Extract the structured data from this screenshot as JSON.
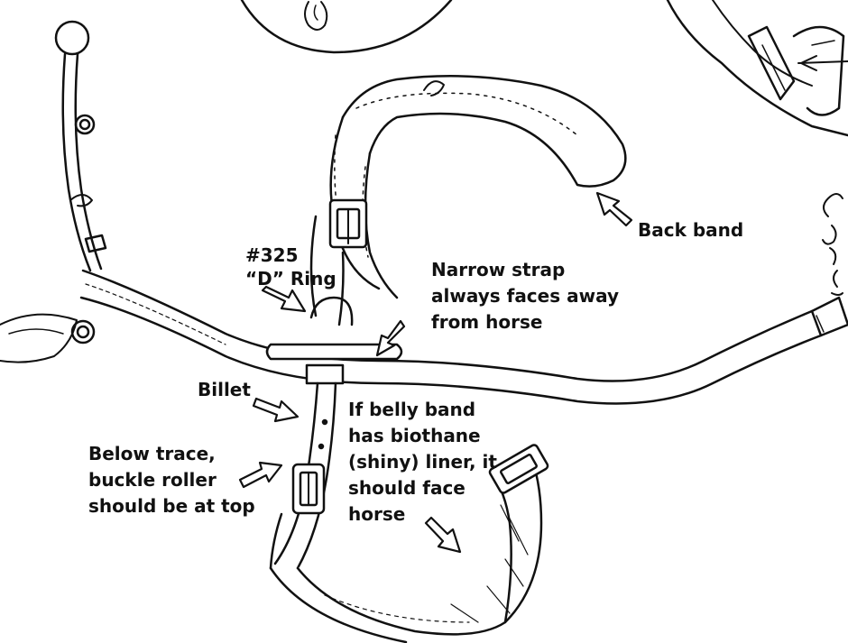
{
  "labels": {
    "back_band": "Back band",
    "d_ring": [
      "#325",
      "“D” Ring"
    ],
    "narrow_strap": [
      "Narrow strap",
      "always faces away",
      "from horse"
    ],
    "billet": "Billet",
    "below_trace": [
      "Below trace,",
      "buckle roller",
      "should be at top"
    ],
    "belly_band": [
      "If belly band",
      "has biothane",
      "(shiny) liner, it",
      "should face",
      "horse"
    ]
  },
  "colors": {
    "ink": "#111111",
    "paper": "#ffffff",
    "leather": "#f4f4f4"
  }
}
